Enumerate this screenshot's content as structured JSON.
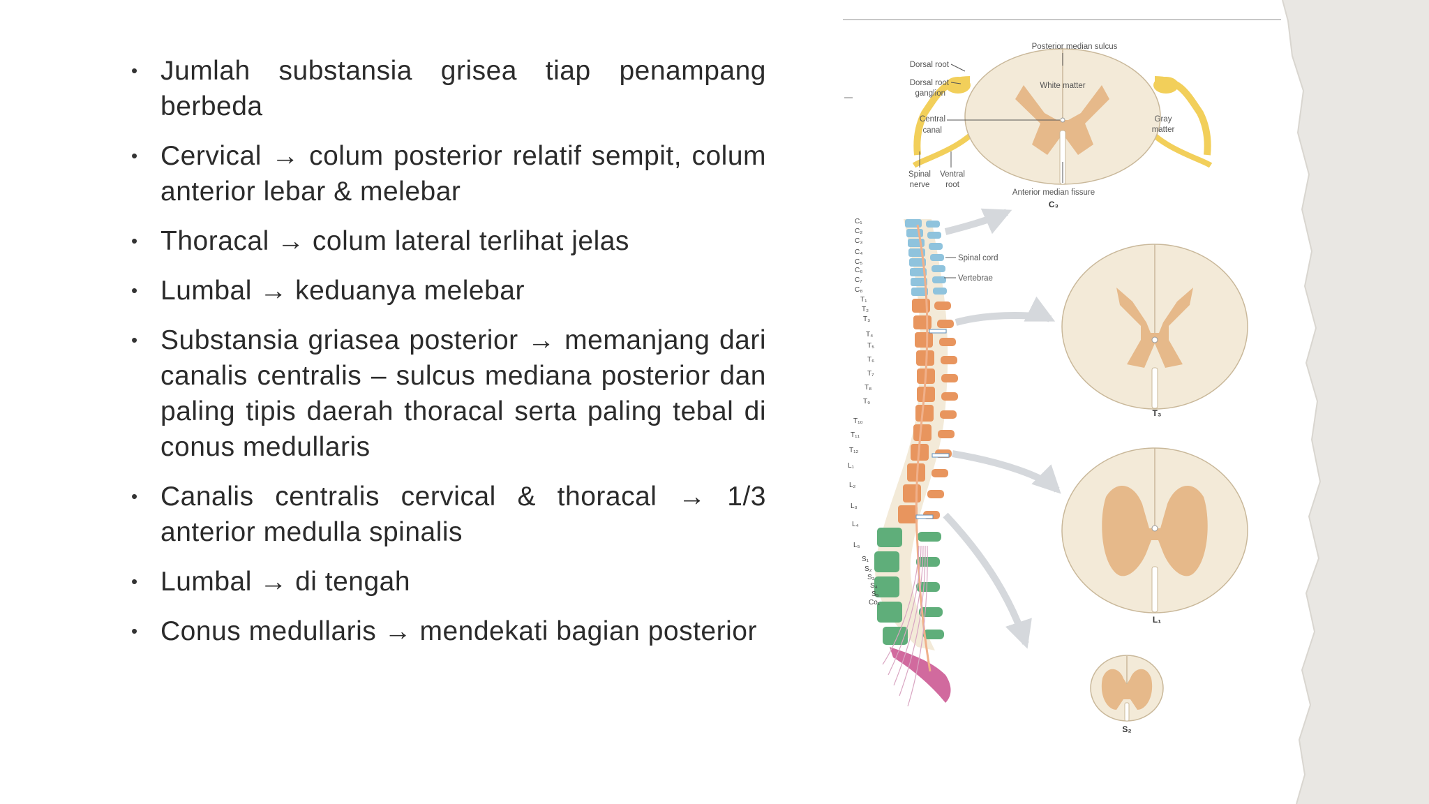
{
  "bullets": [
    "Jumlah substansia grisea tiap penampang berbeda",
    "Cervical → colum posterior relatif sempit, colum anterior lebar & melebar",
    "Thoracal → colum lateral terlihat jelas",
    "Lumbal → keduanya melebar",
    "Substansia griasea posterior → memanjang dari canalis centralis – sulcus mediana posterior dan paling tipis daerah thoracal serta paling tebal di conus medullaris",
    "Canalis centralis cervical & thoracal → 1/3 anterior medulla spinalis",
    "Lumbal → di tengah",
    "Conus medullaris → mendekati bagian posterior"
  ],
  "bullet_symbol": "•",
  "figure": {
    "labels": {
      "posterior_median_sulcus": "Posterior median sulcus",
      "dorsal_root": "Dorsal root",
      "dorsal_root_ganglion_1": "Dorsal root",
      "dorsal_root_ganglion_2": "ganglion",
      "white_matter": "White matter",
      "central_canal_1": "Central",
      "central_canal_2": "canal",
      "gray_matter_1": "Gray",
      "gray_matter_2": "matter",
      "spinal_nerve_1": "Spinal",
      "spinal_nerve_2": "nerve",
      "ventral_root_1": "Ventral",
      "ventral_root_2": "root",
      "anterior_median_fissure": "Anterior median fissure",
      "spinal_cord": "Spinal cord",
      "vertebrae": "Vertebrae"
    },
    "section_labels": {
      "c3": "C₃",
      "t3": "T₃",
      "l1": "L₁",
      "s2": "S₂"
    },
    "segments": [
      "C₁",
      "C₂",
      "C₃",
      "C₄",
      "C₅",
      "C₆",
      "C₇",
      "C₈",
      "T₁",
      "T₂",
      "T₃",
      "T₄",
      "T₅",
      "T₆",
      "T₇",
      "T₈",
      "T₉",
      "T₁₀",
      "T₁₁",
      "T₁₂",
      "L₁",
      "L₂",
      "L₃",
      "L₄",
      "L₅",
      "S₁",
      "S₂",
      "S₃",
      "S₄",
      "S₅",
      "Co₁"
    ],
    "colors": {
      "cervical": "#8fc3dd",
      "thoracic": "#e8955e",
      "lumbar": "#5fae7a",
      "sacral": "#d16a9e",
      "white_matter": "#f3ead8",
      "gray_matter": "#e6b98a",
      "nerve": "#f2cf5a",
      "page_edge": "#e9e7e3"
    }
  }
}
